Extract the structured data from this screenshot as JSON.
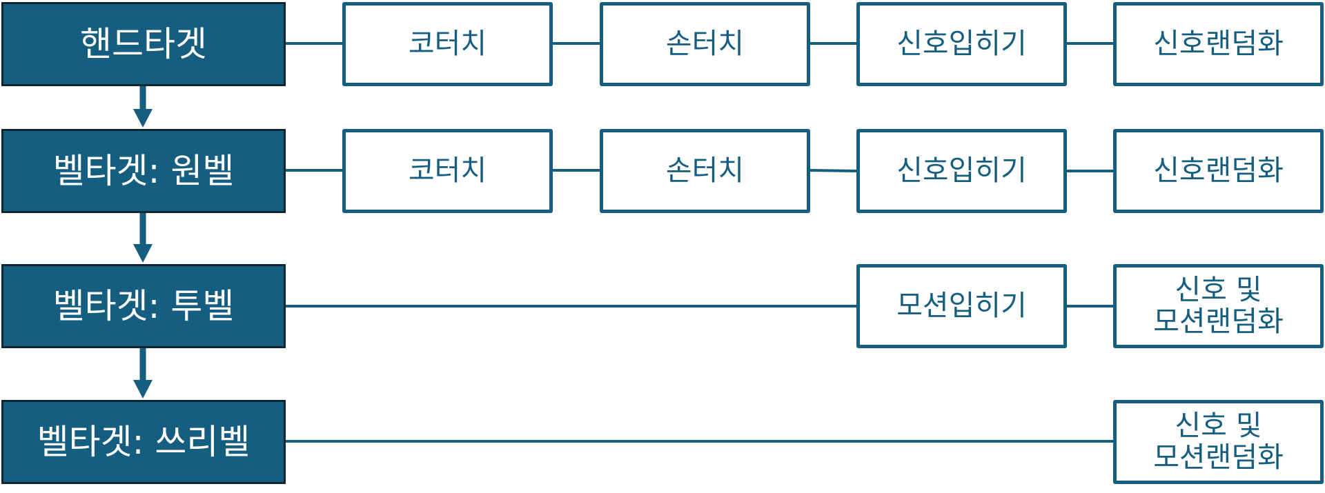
{
  "colors": {
    "stage_fill": "#165e7f",
    "stage_border": "#0c2733",
    "step_border": "#165e7f",
    "connector": "#165e7f"
  },
  "stages": [
    {
      "label": "핸드타겟"
    },
    {
      "label": "벨타겟: 원벨"
    },
    {
      "label": "벨타겟: 투벨"
    },
    {
      "label": "벨타겟: 쓰리벨"
    }
  ],
  "steps": {
    "row1": [
      "코터치",
      "손터치",
      "신호입히기",
      "신호랜덤화"
    ],
    "row2": [
      "코터치",
      "손터치",
      "신호입히기",
      "신호랜덤화"
    ],
    "row3": [
      "모션입히기",
      "신호 및\n모션랜덤화"
    ],
    "row4": [
      "신호 및\n모션랜덤화"
    ]
  }
}
